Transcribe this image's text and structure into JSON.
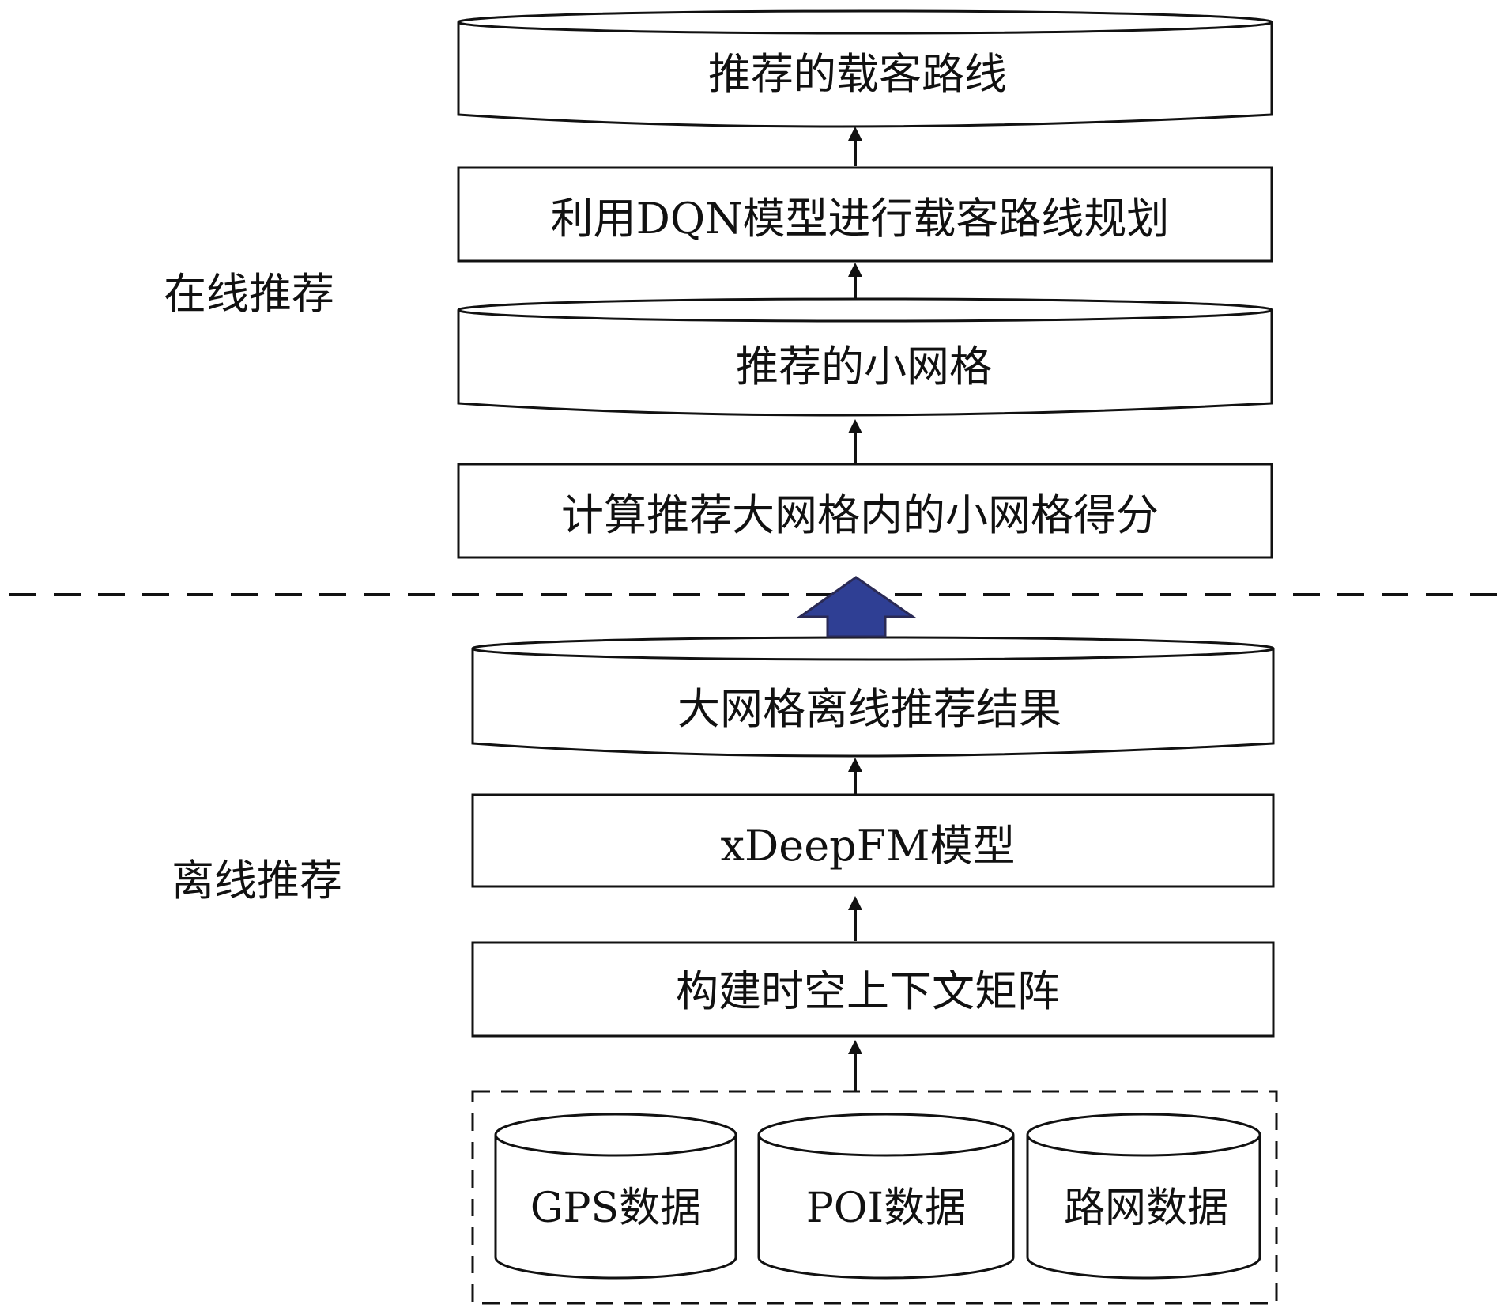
{
  "side_labels": {
    "online": "在线推荐",
    "offline": "离线推荐"
  },
  "nodes": {
    "recommended_routes": "推荐的载客路线",
    "dqn_planning": "利用DQN模型进行载客路线规划",
    "recommended_small_grids": "推荐的小网格",
    "compute_scores": "计算推荐大网格内的小网格得分",
    "large_grid_offline_results": "大网格离线推荐结果",
    "xdeepfm_model": "xDeepFM模型",
    "build_context_matrix": "构建时空上下文矩阵",
    "gps_data": "GPS数据",
    "poi_data": "POI数据",
    "road_network_data": "路网数据"
  },
  "colors": {
    "stroke": "#111111",
    "big_arrow_fill": "#2f3f94",
    "big_arrow_stroke": "#2a2a55",
    "background": "#ffffff"
  }
}
